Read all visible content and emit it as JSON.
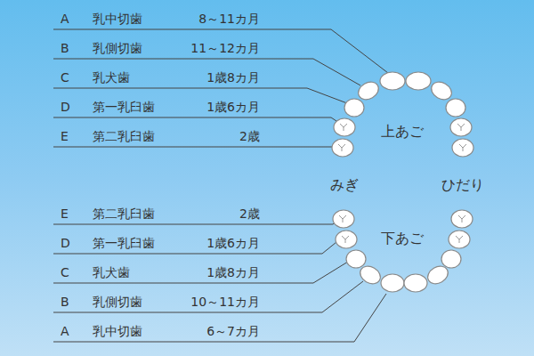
{
  "diagram": {
    "labels": [
      "A",
      "乳中切歯",
      "8～11カ月",
      "B",
      "乳側切歯",
      "11～12カ月",
      "C",
      "乳犬歯",
      "1歳8カ月",
      "D",
      "第一乳臼歯",
      "1歳6カ月",
      "E",
      "第二乳臼歯",
      "2歳",
      "上あご",
      "みぎ",
      "ひだり",
      "E",
      "第二乳臼歯",
      "2歳",
      "D",
      "第一乳臼歯",
      "1歳6カ月",
      "C",
      "乳犬歯",
      "1歳8カ月",
      "B",
      "乳側切歯",
      "10～11カ月",
      "A",
      "乳中切歯",
      "6～7カ月",
      "下あご"
    ]
  }
}
